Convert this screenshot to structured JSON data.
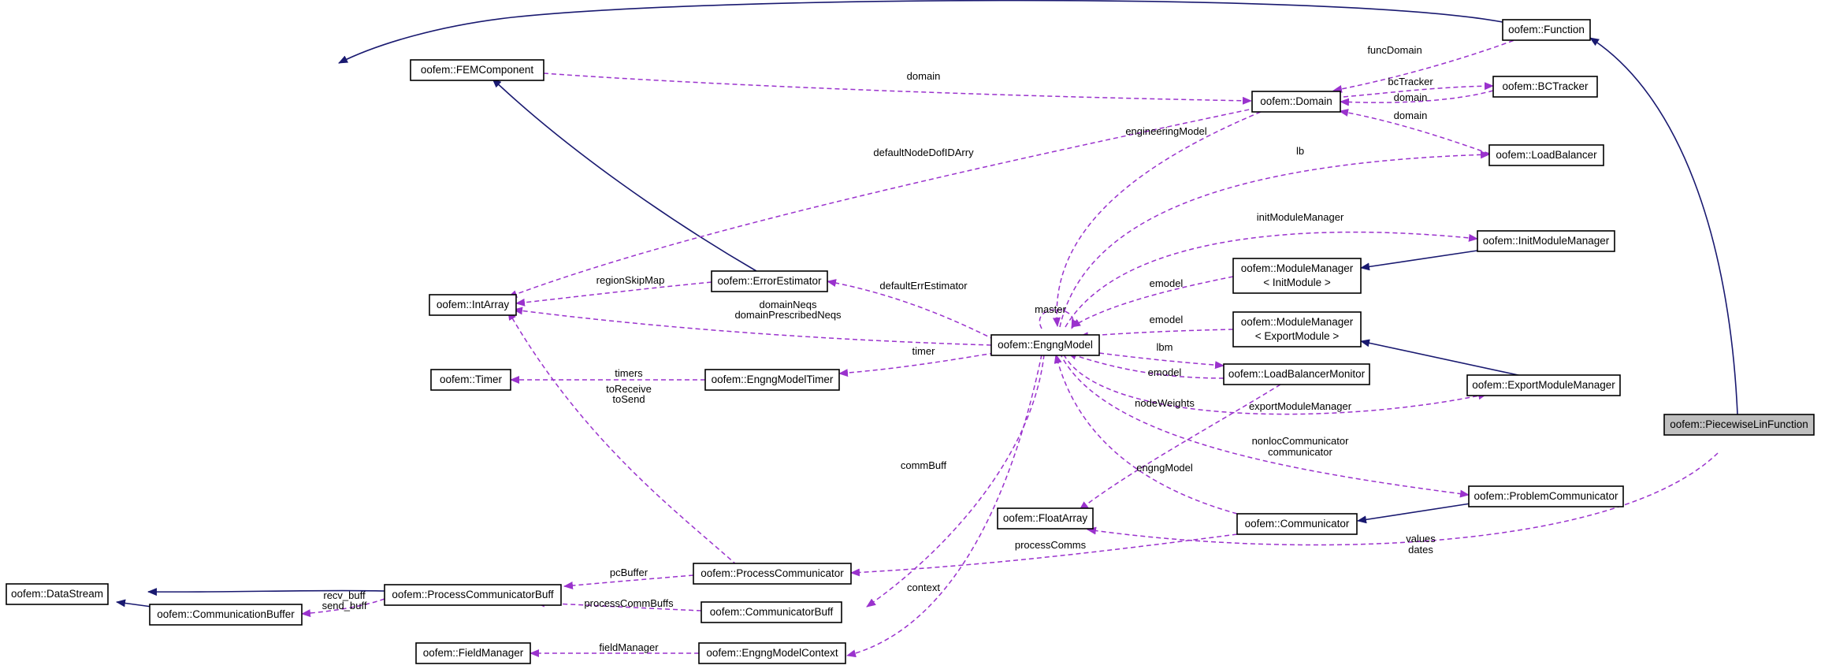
{
  "diagram": {
    "title": "",
    "colors": {
      "inheritance_edge": "#191970",
      "usage_edge": "#9a32cd",
      "highlighted_node": "#bfbfbf",
      "node_border": "#000000"
    },
    "nodes": {
      "function": "oofem::Function",
      "femcomponent": "oofem::FEMComponent",
      "domain": "oofem::Domain",
      "bctracker": "oofem::BCTracker",
      "loadbalancer": "oofem::LoadBalancer",
      "initmodulemanager": "oofem::InitModuleManager",
      "mm_init_1": "oofem::ModuleManager",
      "mm_init_2": "< InitModule >",
      "mm_export_1": "oofem::ModuleManager",
      "mm_export_2": "< ExportModule >",
      "exportmodulemanager": "oofem::ExportModuleManager",
      "piecewiselin": "oofem::PiecewiseLinFunction",
      "errorestimator": "oofem::ErrorEstimator",
      "intarray": "oofem::IntArray",
      "engngmodel": "oofem::EngngModel",
      "timer": "oofem::Timer",
      "engngmodeltimer": "oofem::EngngModelTimer",
      "loadbalancermonitor": "oofem::LoadBalancerMonitor",
      "floatarray": "oofem::FloatArray",
      "communicator": "oofem::Communicator",
      "problemcommunicator": "oofem::ProblemCommunicator",
      "processcommunicator": "oofem::ProcessCommunicator",
      "datastream": "oofem::DataStream",
      "processcommunicatorbuff": "oofem::ProcessCommunicatorBuff",
      "communicationbuffer": "oofem::CommunicationBuffer",
      "communicatorbuff": "oofem::CommunicatorBuff",
      "fieldmanager": "oofem::FieldManager",
      "engngmodelcontext": "oofem::EngngModelContext"
    },
    "labels": {
      "funcDomain": "funcDomain",
      "domain_fem": "domain",
      "bcTracker": "bcTracker",
      "domain_bct": "domain",
      "domain_lb": "domain",
      "engineeringModel": "engineeringModel",
      "defaultNodeDofIDArry": "defaultNodeDofIDArry",
      "lb": "lb",
      "initModuleManager": "initModuleManager",
      "emodel_init": "emodel",
      "emodel_export": "emodel",
      "master": "master",
      "regionSkipMap": "regionSkipMap",
      "defaultErrEstimator": "defaultErrEstimator",
      "domainNeqs": "domainNeqs",
      "domainPrescribedNeqs": "domainPrescribedNeqs",
      "timer": "timer",
      "timers": "timers",
      "toReceive": "toReceive",
      "toSend": "toSend",
      "lbm": "lbm",
      "emodel_lbm": "emodel",
      "nodeWeights": "nodeWeights",
      "exportModuleManager": "exportModuleManager",
      "nonlocCommunicator": "nonlocCommunicator",
      "communicator": "communicator",
      "engngModel": "engngModel",
      "commBuff": "commBuff",
      "values": "values",
      "dates": "dates",
      "processComms": "processComms",
      "pcBuffer": "pcBuffer",
      "recv_buff": "recv_buff",
      "send_buff": "send_buff",
      "processCommBuffs": "processCommBuffs",
      "context": "context",
      "fieldManager": "fieldManager"
    }
  }
}
